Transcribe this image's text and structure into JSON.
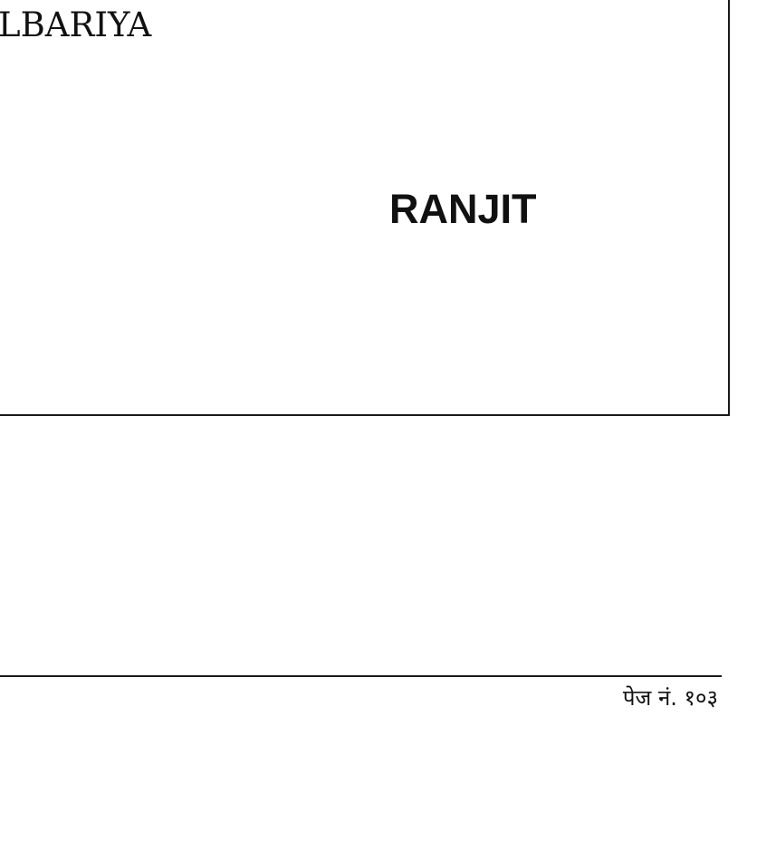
{
  "document": {
    "header_fragment": "LBARIYA",
    "name": "RANJIT",
    "footer": {
      "page_label": "पेज नं. १०३"
    }
  }
}
